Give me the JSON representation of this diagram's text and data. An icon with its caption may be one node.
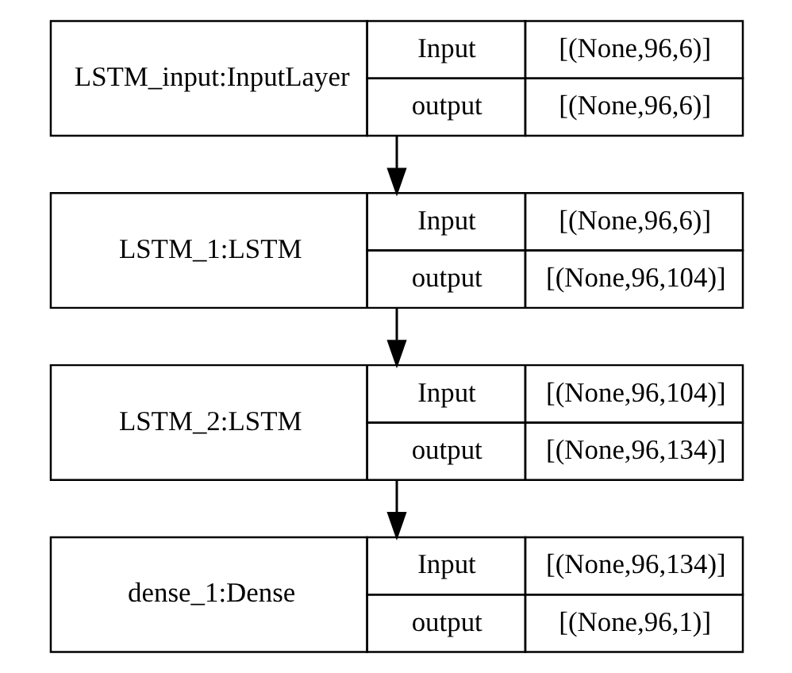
{
  "diagram": {
    "nodes": [
      {
        "text": [
          "LSTM_input:InputLayer",
          "Input",
          "[(None,96,6)]",
          "output",
          "[(None,96,6)]"
        ]
      },
      {
        "text": [
          "LSTM_1:LSTM",
          "Input",
          "[(None,96,6)]",
          "output",
          "[(None,96,104)]"
        ]
      },
      {
        "text": [
          "LSTM_2:LSTM",
          "Input",
          "[(None,96,104)]",
          "output",
          "[(None,96,134)]"
        ]
      },
      {
        "text": [
          "dense_1:Dense",
          "Input",
          "[(None,96,134)]",
          "output",
          "[(None,96,1)]"
        ]
      }
    ],
    "edges": [
      {
        "from": 0,
        "to": 1,
        "arrow": "to"
      },
      {
        "from": 1,
        "to": 2,
        "arrow": "to"
      },
      {
        "from": 2,
        "to": 3,
        "arrow": "to"
      }
    ]
  }
}
